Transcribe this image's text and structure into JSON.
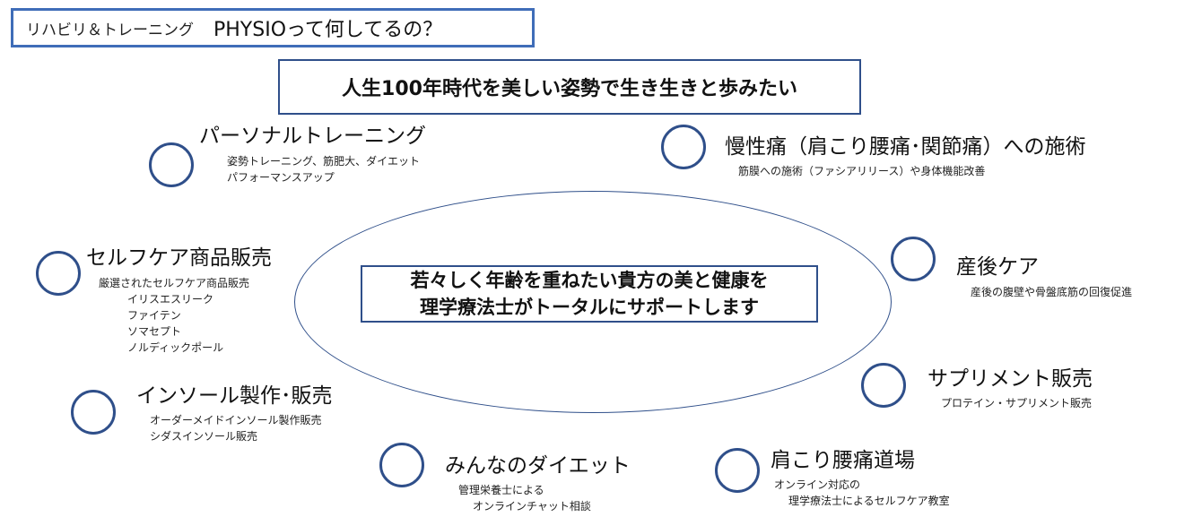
{
  "header": {
    "prefix": "リハビリ＆トレーニング",
    "title": "PHYSIOって何してるの？"
  },
  "slogan": "人生100年時代を美しい姿勢で生き生きと歩みたい",
  "core": {
    "line1": "若々しく年齢を重ねたい貴方の美と健康を",
    "line2": "理学療法士がトータルにサポートします"
  },
  "services": {
    "personal_training": {
      "title": "パーソナルトレーニング",
      "desc": [
        "姿勢トレーニング、筋肥大、ダイエット",
        "パフォーマンスアップ"
      ]
    },
    "chronic_pain": {
      "title": "慢性痛（肩こり腰痛･関節痛）への施術",
      "desc": [
        "筋膜への施術（ファシアリリース）や身体機能改善"
      ]
    },
    "selfcare_products": {
      "title": "セルフケア商品販売",
      "desc": [
        "厳選されたセルフケア商品販売",
        "イリスエスリーク",
        "ファイテン",
        "ソマセプト",
        "ノルディックポール"
      ]
    },
    "postpartum": {
      "title": "産後ケア",
      "desc": [
        "産後の腹壁や骨盤底筋の回復促進"
      ]
    },
    "insole": {
      "title": "インソール製作･販売",
      "desc": [
        "オーダーメイドインソール製作販売",
        "シダスインソール販売"
      ]
    },
    "supplement": {
      "title": "サプリメント販売",
      "desc": [
        "プロテイン・サプリメント販売"
      ]
    },
    "diet": {
      "title": "みんなのダイエット",
      "desc": [
        "管理栄養士による",
        "オンラインチャット相談"
      ]
    },
    "dojo": {
      "title": "肩こり腰痛道場",
      "desc": [
        "オンライン対応の",
        "理学療法士によるセルフケア教室"
      ]
    }
  },
  "colors": {
    "header_border": "#3f6db8",
    "accent": "#2f4f8a"
  }
}
